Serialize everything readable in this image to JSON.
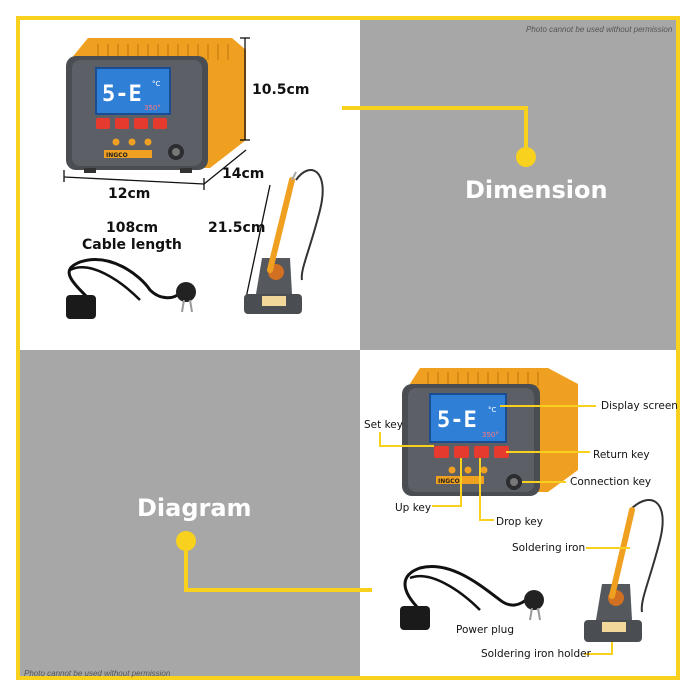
{
  "watermark": "Photo cannot be used without permission",
  "sections": {
    "dimension_title": "Dimension",
    "diagram_title": "Diagram"
  },
  "dimensions": {
    "height": "10.5cm",
    "depth": "14cm",
    "width": "12cm",
    "iron_height": "21.5cm",
    "cable_value": "108cm",
    "cable_label": "Cable length"
  },
  "display": {
    "digits": "5-E",
    "unit": "°C",
    "sub_reading": "350°"
  },
  "brand": "INGCO",
  "diagram_labels": {
    "display_screen": "Display screen",
    "set_key": "Set key",
    "return_key": "Return key",
    "connection_key": "Connection key",
    "up_key": "Up key",
    "drop_key": "Drop key",
    "soldering_iron": "Soldering iron",
    "power_plug": "Power plug",
    "soldering_iron_holder": "Soldering iron holder"
  },
  "colors": {
    "accent_yellow": "#f7d11e",
    "quadrant_gray": "#a7a7a7",
    "body_orange": "#f0a020",
    "panel_gray": "#4a4d52",
    "screen_blue": "#2f7fd6",
    "key_red": "#e63a2e"
  }
}
